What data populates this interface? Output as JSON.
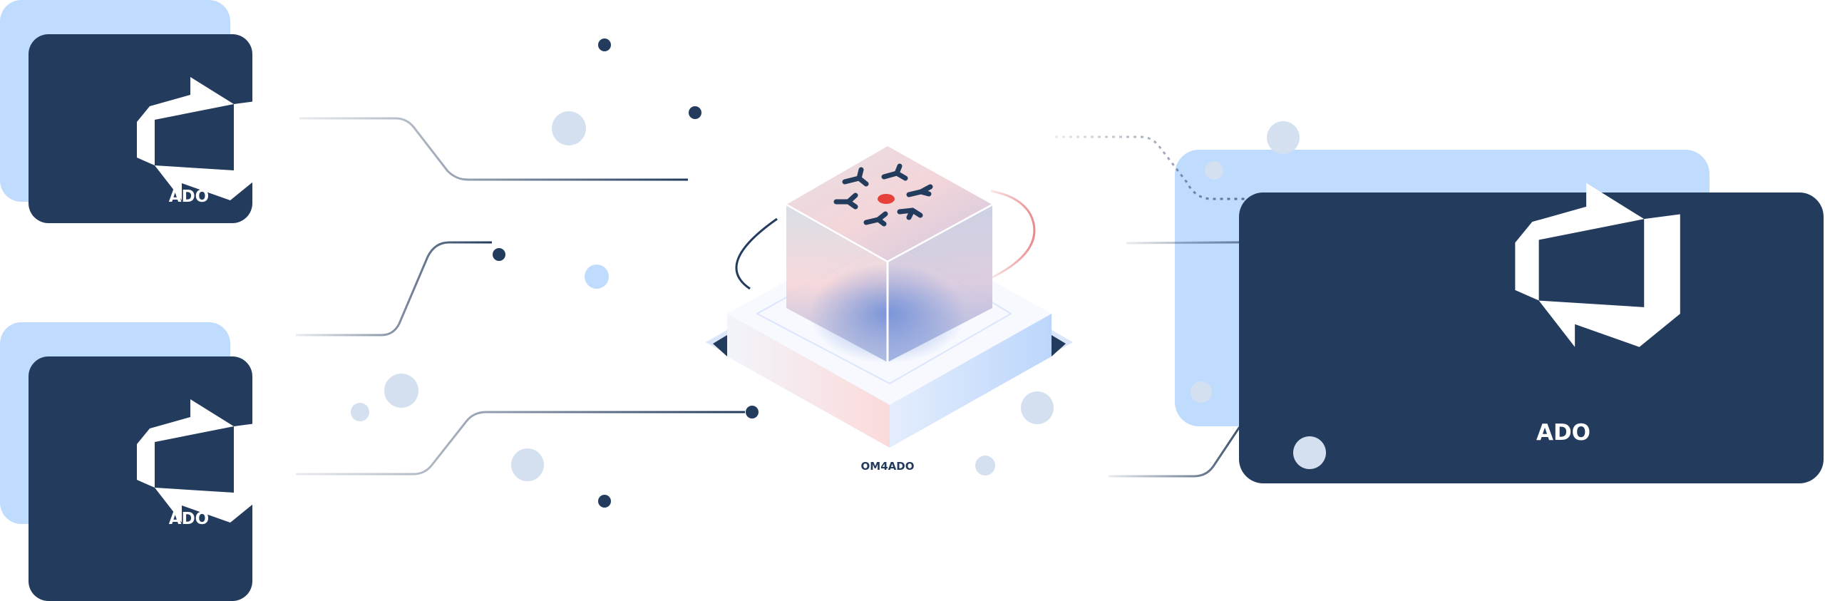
{
  "diagram": {
    "hub": {
      "label": "OM4ADO"
    },
    "nodes": [
      {
        "id": "ado-top-left",
        "label": "ADO"
      },
      {
        "id": "ado-bottom-left",
        "label": "ADO"
      },
      {
        "id": "ado-right",
        "label": "ADO"
      }
    ]
  },
  "colors": {
    "navy": "#233b5c",
    "lightblue": "#bfdbfe",
    "accent_red": "#e5413a",
    "bubble": "#d4e0f0"
  }
}
